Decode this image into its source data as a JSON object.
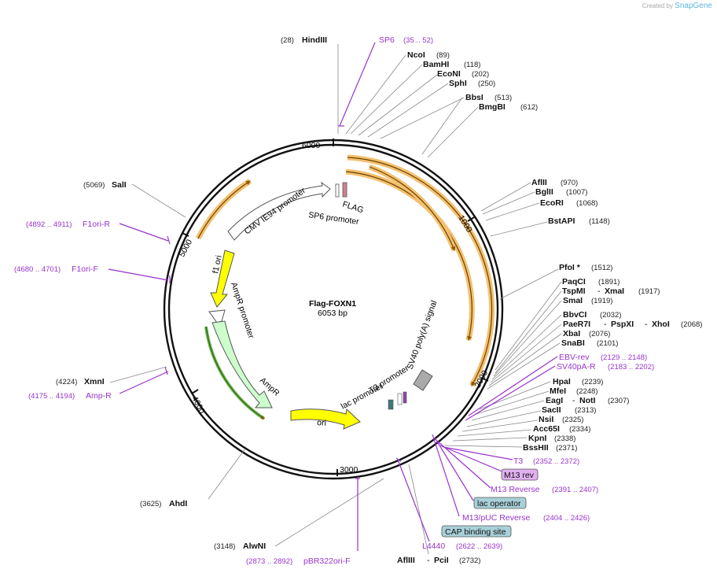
{
  "credit": {
    "prefix": "Created by",
    "brand": "SnapGene"
  },
  "plasmid": {
    "name": "Flag-FOXN1",
    "size": "6053 bp"
  },
  "ticks": [
    "1000",
    "2000",
    "3000",
    "4000",
    "5000",
    "6000"
  ],
  "features": {
    "cmv": "CMV IE94 promoter",
    "flag": "FLAG",
    "sp6": "SP6 promoter",
    "f1ori": "f1 ori",
    "ampr_promoter": "AmpR promoter",
    "ampr": "AmpR",
    "ori": "ori",
    "t3": "T3 promoter",
    "lac": "lac promoter",
    "sv40": "SV40 poly(A) signal"
  },
  "sites": {
    "hindiii": {
      "pos": "(28)",
      "name": "HindIII"
    },
    "ncoi": {
      "name": "NcoI",
      "pos": "(89)"
    },
    "bamhi": {
      "name": "BamHI",
      "pos": "(118)"
    },
    "econi": {
      "name": "EcoNI",
      "pos": "(202)"
    },
    "sphi": {
      "name": "SphI",
      "pos": "(250)"
    },
    "bbsi": {
      "name": "BbsI",
      "pos": "(513)"
    },
    "bmgbi": {
      "name": "BmgBI",
      "pos": "(612)"
    },
    "aflii": {
      "name": "AflII",
      "pos": "(970)"
    },
    "bglii": {
      "name": "BglII",
      "pos": "(1007)"
    },
    "ecori": {
      "name": "EcoRI",
      "pos": "(1068)"
    },
    "bstapi": {
      "name": "BstAPI",
      "pos": "(1148)"
    },
    "pfoi": {
      "name": "PfoI *",
      "pos": "(1512)"
    },
    "paqci": {
      "name": "PaqCI",
      "pos": "(1891)"
    },
    "tspmi": {
      "name": "TspMI",
      "sep": "-",
      "name2": "XmaI",
      "pos": "(1917)"
    },
    "smai": {
      "name": "SmaI",
      "pos": "(1919)"
    },
    "bbvci": {
      "name": "BbvCI",
      "pos": "(2032)"
    },
    "paer7i": {
      "name": "PaeR7I",
      "name2": "PspXI",
      "name3": "XhoI",
      "pos": "(2068)"
    },
    "xbai": {
      "name": "XbaI",
      "pos": "(2076)"
    },
    "snabi": {
      "name": "SnaBI",
      "pos": "(2101)"
    },
    "hpai": {
      "name": "HpaI",
      "pos": "(2239)"
    },
    "mfei": {
      "name": "MfeI",
      "pos": "(2248)"
    },
    "eagi": {
      "name": "EagI",
      "name2": "NotI",
      "pos": "(2307)"
    },
    "sacii": {
      "name": "SacII",
      "pos": "(2313)"
    },
    "nsii": {
      "name": "NsiI",
      "pos": "(2325)"
    },
    "acc65i": {
      "name": "Acc65I",
      "pos": "(2334)"
    },
    "kpni": {
      "name": "KpnI",
      "pos": "(2338)"
    },
    "bsshii": {
      "name": "BssHII",
      "pos": "(2371)"
    },
    "afliii": {
      "name": "AflIII",
      "name2": "PciI",
      "pos": "(2732)"
    },
    "alwni": {
      "pos": "(3148)",
      "name": "AlwNI"
    },
    "ahdi": {
      "pos": "(3625)",
      "name": "AhdI"
    },
    "xmni": {
      "pos": "(4224)",
      "name": "XmnI"
    },
    "sali": {
      "pos": "(5069)",
      "name": "SalI"
    }
  },
  "primers": {
    "sp6": {
      "name": "SP6",
      "range": "(35 .. 52)"
    },
    "ebv": {
      "name": "EBV-rev",
      "range": "(2129 .. 2148)"
    },
    "sv40pa": {
      "name": "SV40pA-R",
      "range": "(2183 .. 2202)"
    },
    "t3": {
      "name": "T3",
      "range": "(2352 .. 2372)"
    },
    "m13rev_box": "M13 rev",
    "m13reverse": {
      "name": "M13 Reverse",
      "range": "(2391 .. 2407)"
    },
    "lacop_box": "lac operator",
    "m13puc": {
      "name": "M13/pUC Reverse",
      "range": "(2404 .. 2426)"
    },
    "cap_box": "CAP binding site",
    "l4440": {
      "name": "L4440",
      "range": "(2622 .. 2639)"
    },
    "pbr322": {
      "range": "(2873 .. 2892)",
      "name": "pBR322ori-F"
    },
    "ampr": {
      "range": "(4175 .. 4194)",
      "name": "Amp-R"
    },
    "f1orif": {
      "range": "(4680 .. 4701)",
      "name": "F1ori-F"
    },
    "f1orir": {
      "range": "(4892 .. 4911)",
      "name": "F1ori-R"
    }
  },
  "colors": {
    "primer": "#9933cc",
    "orf": "#f0a030",
    "ori": "#ffff00",
    "ampr": "#ccffcc",
    "box_purple": "#e0b0f0",
    "box_teal": "#a8d0d8"
  }
}
